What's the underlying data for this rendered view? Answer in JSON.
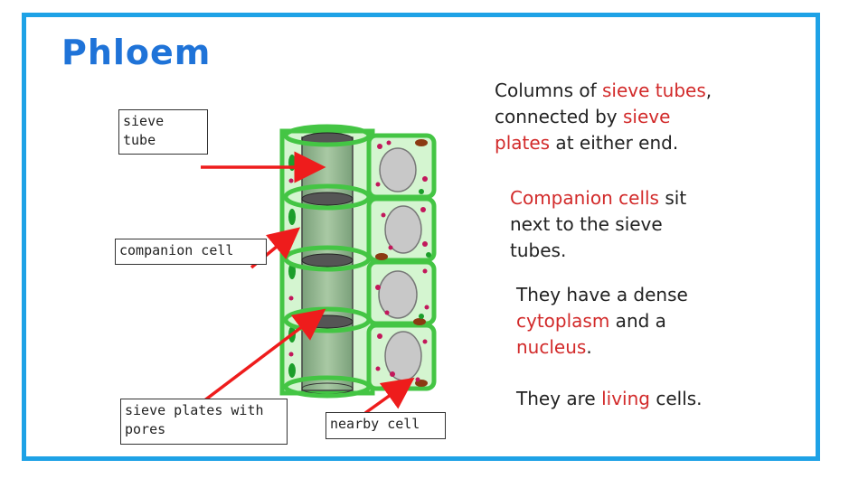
{
  "title": "Phloem",
  "labels": {
    "sieve_tube": [
      "sieve",
      "tube"
    ],
    "companion_cell": "companion cell",
    "sieve_plates": [
      "sieve plates with",
      "pores"
    ],
    "nearby_cell": "nearby cell"
  },
  "statements": {
    "s1": {
      "p1": "Columns of ",
      "h1": "sieve tubes",
      "p2": ",",
      "p3": "connected by ",
      "h2": "sieve",
      "h3": "plates",
      "p4": " at either end."
    },
    "s2": {
      "h1": "Companion cells",
      "p1": " sit",
      "p2": "next to the sieve",
      "p3": "tubes."
    },
    "s3": {
      "p1": "They have a dense",
      "h1": "cytoplasm",
      "p2": " and a",
      "h2": "nucleus",
      "p3": "."
    },
    "s4": {
      "p1": "They are ",
      "h1": "living",
      "p2": " cells."
    }
  },
  "colors": {
    "frame": "#1ea2e6",
    "title": "#1f73d8",
    "highlight": "#d22a2a",
    "arrow": "#ee1c1c",
    "cell_wall": "#44c544",
    "cell_fill": "#d4f5d0"
  }
}
